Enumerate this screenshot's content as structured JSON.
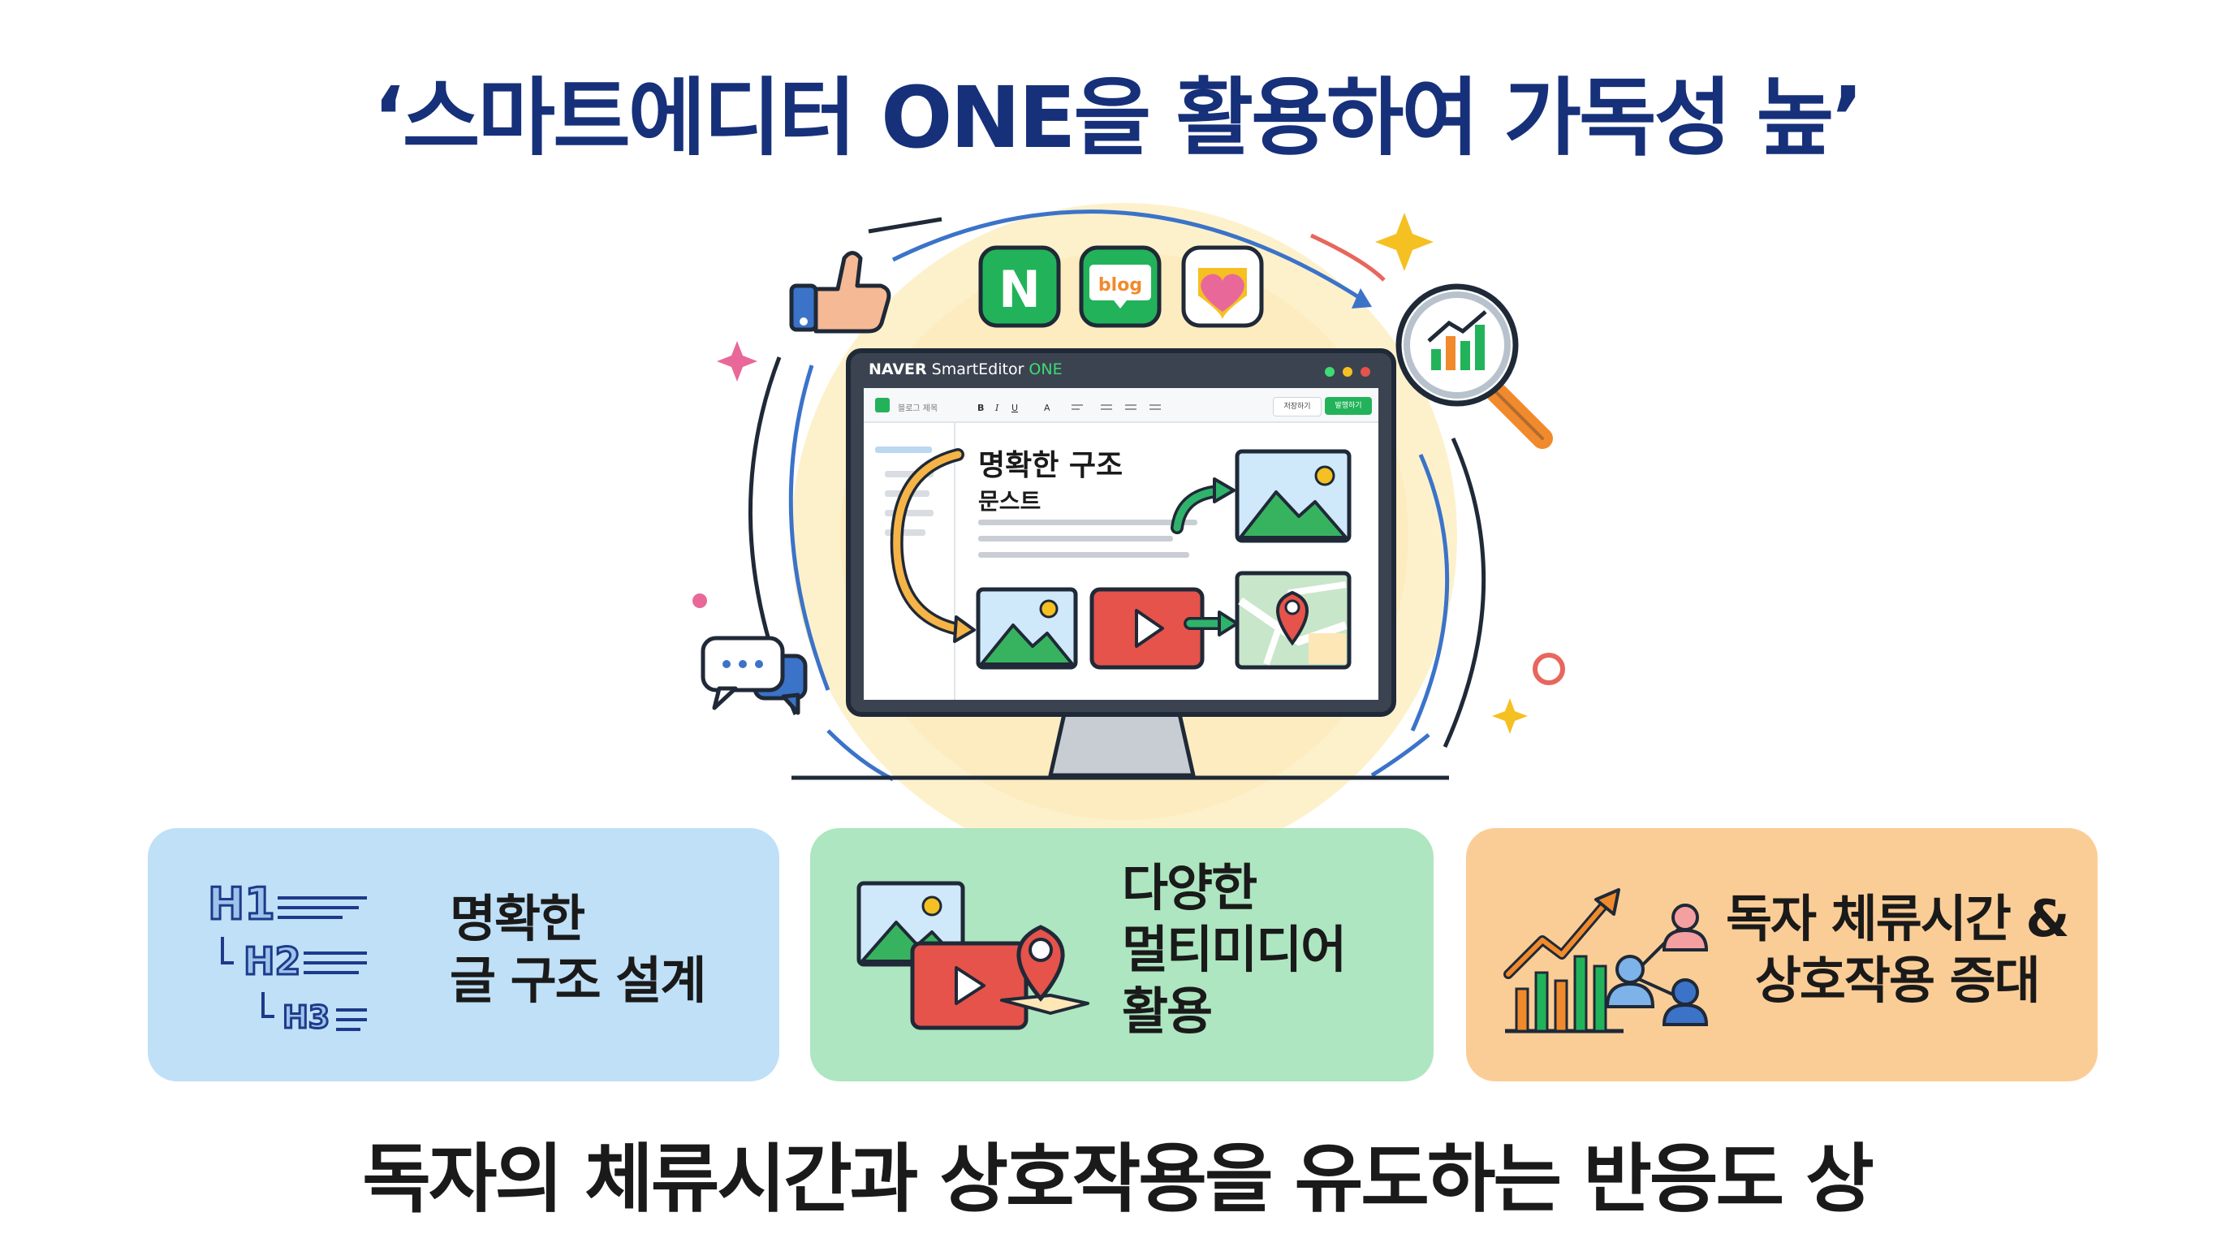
{
  "headline": "‘스마트에디터 ONE을 활용하여 가독성 높’",
  "footer": "독자의 체류시간과 상호작용을 유도하는 반응도 상",
  "editor": {
    "brand_naver": "NAVER",
    "brand_smart": " SmartEditor",
    "brand_one": " ONE",
    "doc_title": "블로그 제목",
    "heading": "명확한 구조",
    "subheading": "문스트",
    "save_label": "저장하기",
    "publish_label": "발행하기",
    "toolbar": [
      "B",
      "I",
      "U",
      "A"
    ]
  },
  "app_icons": [
    {
      "name": "naver-n-icon",
      "label": "N"
    },
    {
      "name": "blog-icon",
      "label": "blog"
    },
    {
      "name": "heart-app-icon",
      "label": ""
    }
  ],
  "cards": [
    {
      "icon": "heading-hierarchy-icon",
      "labels": [
        "H1",
        "H2",
        "H3"
      ],
      "line1": "명확한",
      "line2": "글 구조 설계",
      "color": "#bfe0f7"
    },
    {
      "icon": "multimedia-icon",
      "line1": "다양한",
      "line2": "멀티미디어",
      "line3": "활용",
      "color": "#ade6c0"
    },
    {
      "icon": "growth-users-icon",
      "line1": "독자 체류시간 &",
      "line2": "상호작용 증대",
      "color": "#fbcd96"
    }
  ],
  "colors": {
    "headline": "#16307a",
    "naver_green": "#22b35a",
    "accent_orange": "#f08a2c",
    "video_red": "#e5534b"
  }
}
